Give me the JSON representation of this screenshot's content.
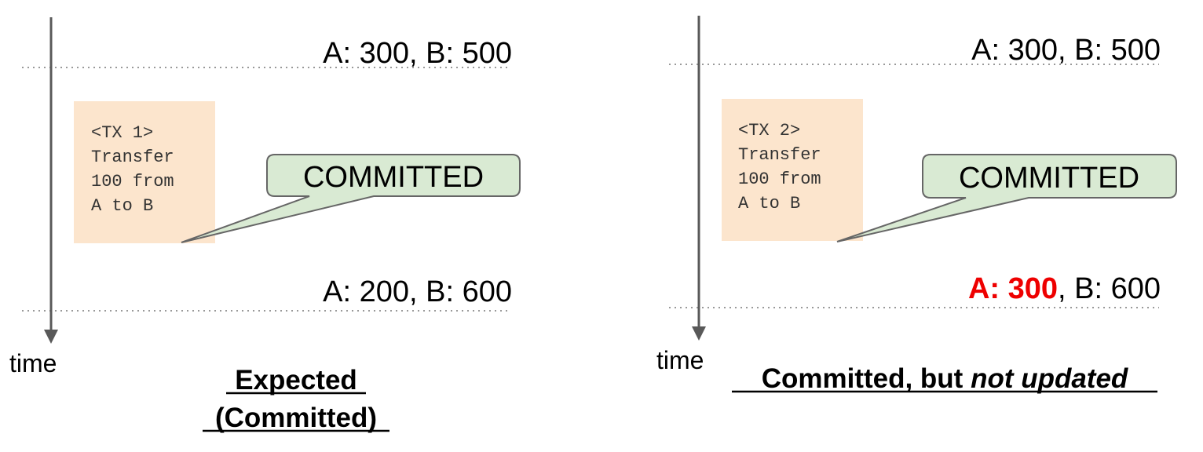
{
  "colors": {
    "tx_box_fill": "#fce5cd",
    "bubble_fill": "#d9ead3",
    "bubble_stroke": "#666666",
    "arrow": "#595959",
    "dotted_line": "#999999",
    "highlight": "#ee0000"
  },
  "left_panel": {
    "before_state": "A: 300, B: 500",
    "tx_lines": [
      "<TX 1>",
      "Transfer",
      "100 from",
      "A to B"
    ],
    "bubble_label": "COMMITTED",
    "after_state": "A: 200, B: 600",
    "axis_label": "time",
    "caption_line1": "Expected",
    "caption_line2": "(Committed)"
  },
  "right_panel": {
    "before_state": "A: 300, B: 500",
    "tx_lines": [
      "<TX 2>",
      "Transfer",
      "100 from",
      "A to B"
    ],
    "bubble_label": "COMMITTED",
    "after_state_highlight": "A: 300",
    "after_state_rest": ", B: 600",
    "axis_label": "time",
    "caption_normal": "Committed, but ",
    "caption_italic": "not updated"
  }
}
